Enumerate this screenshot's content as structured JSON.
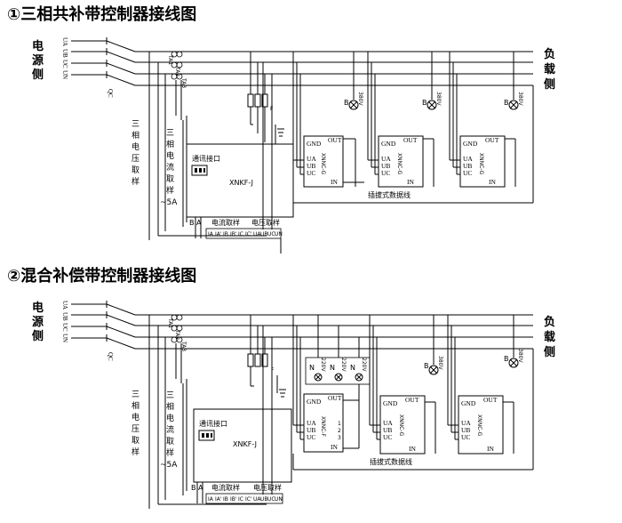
{
  "diagram1": {
    "title": "①三相共补带控制器接线图",
    "source_side": [
      "电",
      "源",
      "侧"
    ],
    "load_side": [
      "负",
      "载",
      "侧"
    ],
    "phases": [
      "UA",
      "UB",
      "UC",
      "UN"
    ],
    "qc": "QC",
    "ct_labels": [
      "TA1",
      "TA2",
      "TA3"
    ],
    "voltage_sampling": [
      "三",
      "相",
      "电",
      "压",
      "取",
      "样"
    ],
    "current_sampling": [
      "三",
      "相",
      "电",
      "流",
      "取",
      "样"
    ],
    "current_rating": "~5A",
    "controller": {
      "comm_label": "通讯接口",
      "model": "XNKF-J",
      "ba": "B A",
      "current_terminal": "电流取样",
      "voltage_terminal": "电压取样",
      "terminals": [
        "IA",
        "IA'",
        "IB",
        "IB'",
        "IC",
        "IC'",
        "UA",
        "UB",
        "UC",
        "UN"
      ]
    },
    "fuse_label": "F",
    "capacitors": [
      {
        "label": "B",
        "voltage": "380V",
        "module": "XNNC-G",
        "pins": [
          "GND",
          "UA",
          "UB",
          "UC"
        ],
        "out": "OUT",
        "in": "IN"
      },
      {
        "label": "B",
        "voltage": "380V",
        "module": "XNNC-G",
        "pins": [
          "GND",
          "UA",
          "UB",
          "UC"
        ],
        "out": "OUT",
        "in": "IN"
      },
      {
        "label": "B",
        "voltage": "380V",
        "module": "XNNC-G",
        "pins": [
          "GND",
          "UA",
          "UB",
          "UC"
        ],
        "out": "OUT",
        "in": "IN"
      }
    ],
    "data_cable": "插拔式数据线"
  },
  "diagram2": {
    "title": "②混合补偿带控制器接线图",
    "source_side": [
      "电",
      "源",
      "侧"
    ],
    "load_side": [
      "负",
      "载",
      "侧"
    ],
    "phases": [
      "UA",
      "UB",
      "UC",
      "UN"
    ],
    "qc": "QC",
    "ct_labels": [
      "TA1",
      "TA2",
      "TA3"
    ],
    "voltage_sampling": [
      "三",
      "相",
      "电",
      "压",
      "取",
      "样"
    ],
    "current_sampling": [
      "三",
      "相",
      "电",
      "流",
      "取",
      "样"
    ],
    "current_rating": "~5A",
    "controller": {
      "comm_label": "通讯接口",
      "model": "XNKF-J",
      "ba": "B A",
      "current_terminal": "电流取样",
      "voltage_terminal": "电压取样",
      "terminals": [
        "IA",
        "IA'",
        "IB",
        "IB'",
        "IC",
        "IC'",
        "UA",
        "UB",
        "UC",
        "UN"
      ]
    },
    "fuse_label": "F",
    "split_caps": [
      {
        "label": "N",
        "voltage": "220V"
      },
      {
        "label": "N",
        "voltage": "220V"
      },
      {
        "label": "N",
        "voltage": "220V"
      }
    ],
    "split_module": {
      "module": "XNNC-F",
      "pins": [
        "GND",
        "UA",
        "UB",
        "UC"
      ],
      "nums": [
        "1",
        "2",
        "3"
      ],
      "out": "OUT",
      "in": "IN"
    },
    "capacitors": [
      {
        "label": "B",
        "voltage": "380V",
        "module": "XNNC-G",
        "pins": [
          "GND",
          "UA",
          "UB",
          "UC"
        ],
        "out": "OUT",
        "in": "IN"
      },
      {
        "label": "B",
        "voltage": "380V",
        "module": "XNNC-G",
        "pins": [
          "GND",
          "UA",
          "UB",
          "UC"
        ],
        "out": "OUT",
        "in": "IN"
      }
    ],
    "data_cable": "插拔式数据线"
  }
}
